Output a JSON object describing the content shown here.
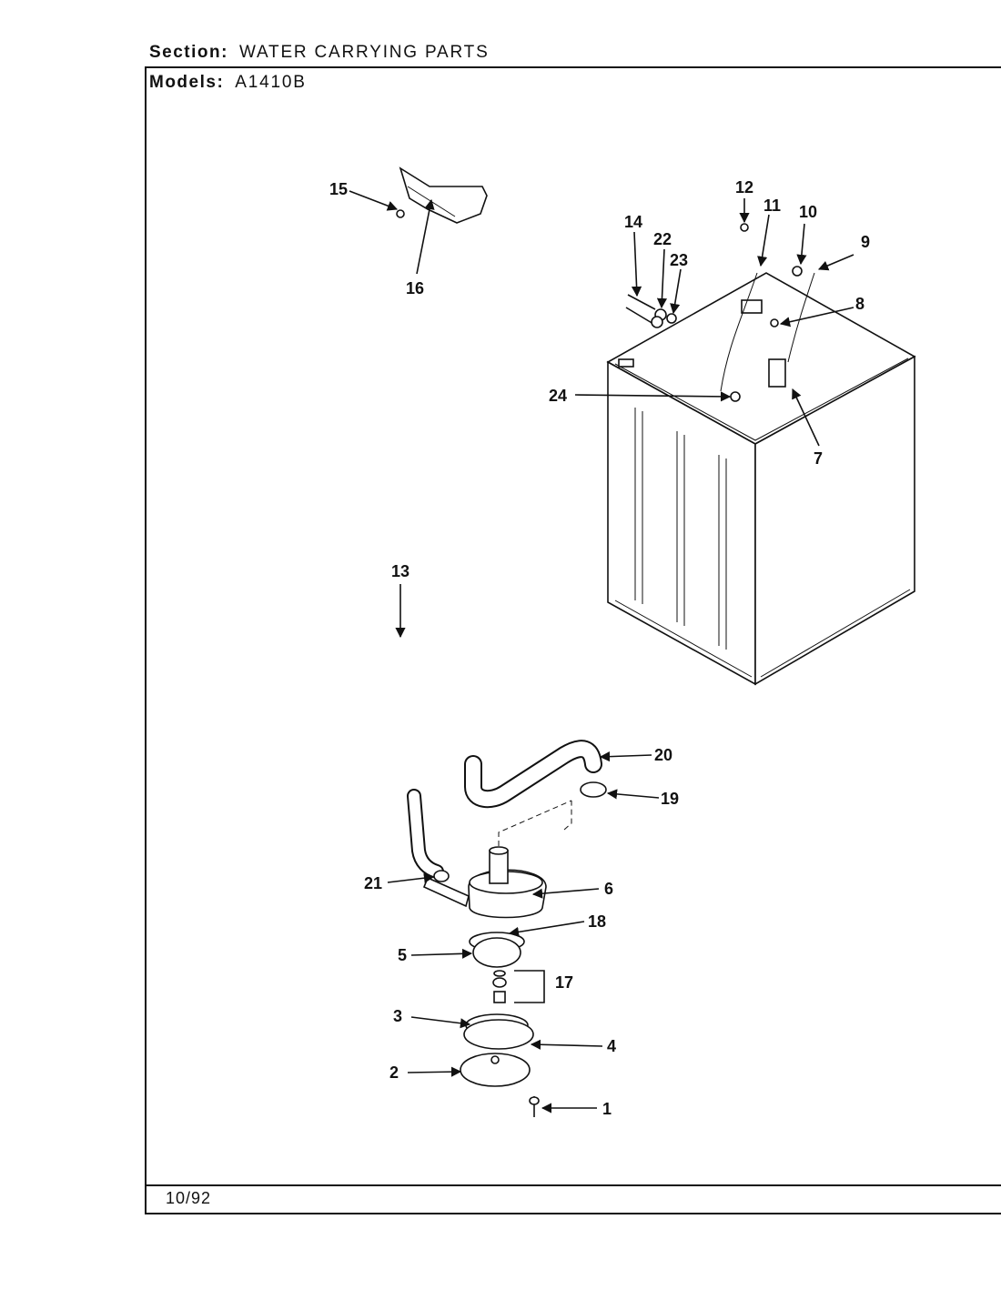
{
  "header": {
    "section_label": "Section:",
    "section_value": "WATER CARRYING PARTS",
    "models_label": "Models:",
    "models_value": "A1410B"
  },
  "footer": {
    "date": "10/92"
  },
  "callouts": [
    "1",
    "2",
    "3",
    "4",
    "5",
    "6",
    "7",
    "8",
    "9",
    "10",
    "11",
    "12",
    "13",
    "14",
    "15",
    "16",
    "17",
    "18",
    "19",
    "20",
    "21",
    "22",
    "23",
    "24"
  ]
}
